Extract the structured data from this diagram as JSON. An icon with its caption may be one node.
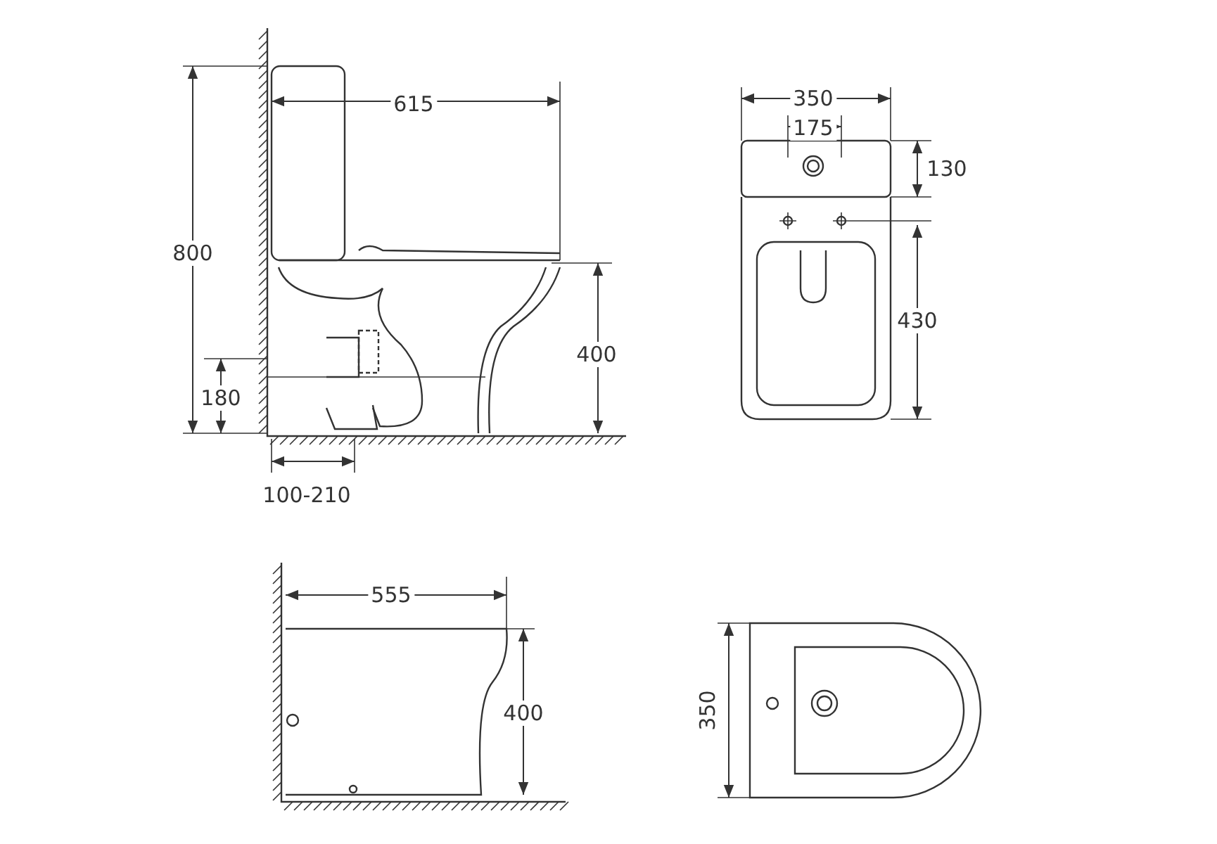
{
  "diagram": {
    "labels": [
      "350",
      "615",
      "175",
      "130",
      "800",
      "430",
      "400",
      "180",
      "100-210",
      "555",
      "400",
      "350"
    ]
  }
}
